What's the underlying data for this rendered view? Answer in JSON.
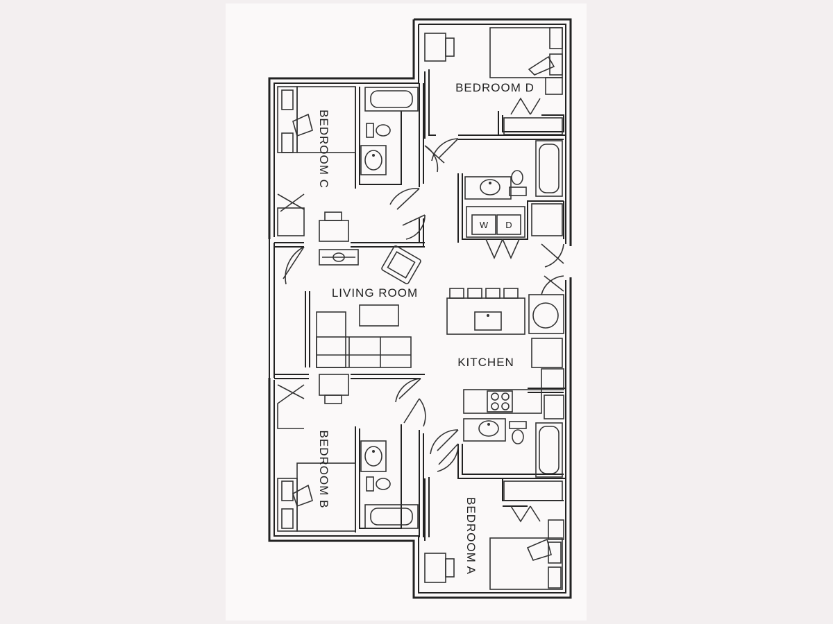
{
  "rooms": {
    "bedroom_d": "BEDROOM D",
    "bedroom_c": "BEDROOM C",
    "bedroom_b": "BEDROOM B",
    "bedroom_a": "BEDROOM A",
    "living_room": "LIVING ROOM",
    "kitchen": "KITCHEN"
  },
  "appliances": {
    "washer": "W",
    "dryer": "D"
  },
  "colors": {
    "background": "#f3eff0",
    "line": "#222222"
  }
}
